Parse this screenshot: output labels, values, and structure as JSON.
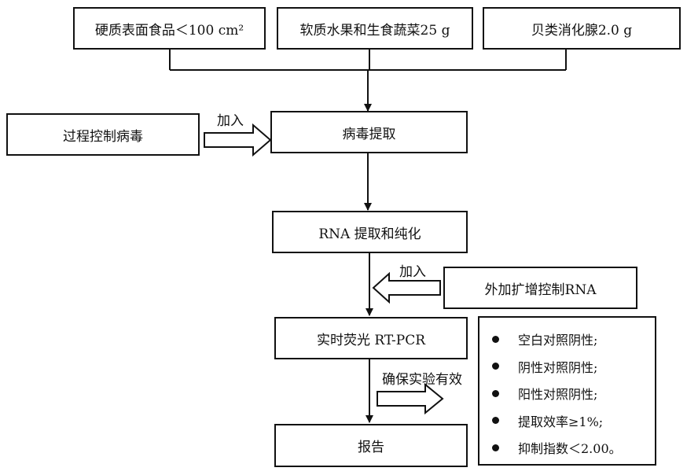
{
  "samples": [
    "硬质表面食品＜100 cm²",
    "软质水果和生食蔬菜25 g",
    "贝类消化腺2.0 g"
  ],
  "process_control_virus": "过程控制病毒",
  "add_label_1": "加入",
  "virus_extraction": "病毒提取",
  "rna_extraction": "RNA 提取和纯化",
  "add_label_2": "加入",
  "amplification_control_rna": "外加扩增控制RNA",
  "realtime_pcr": "实时荧光 RT-PCR",
  "validity_label": "确保实验有效",
  "report": "报告",
  "criteria": [
    "空白对照阴性;",
    "阴性对照阴性;",
    "阳性对照阴性;",
    "提取效率≥1%;",
    "抑制指数＜2.00。"
  ]
}
